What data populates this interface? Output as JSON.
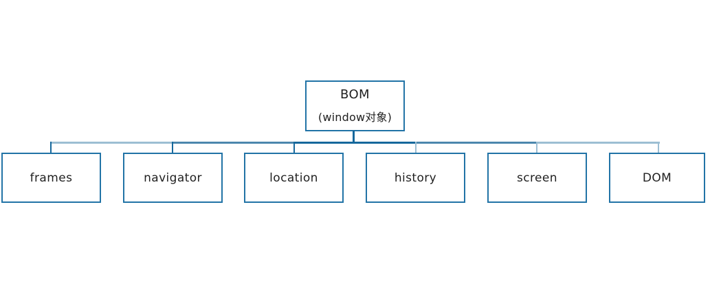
{
  "diagram": {
    "root": {
      "line1": "BOM",
      "line2": "(window对象)"
    },
    "children": [
      {
        "label": "frames"
      },
      {
        "label": "navigator"
      },
      {
        "label": "location"
      },
      {
        "label": "history"
      },
      {
        "label": "screen"
      },
      {
        "label": "DOM"
      }
    ]
  },
  "colors": {
    "connector_dark": "#16689c",
    "connector_medium": "#4c87ad",
    "connector_light": "#9cbed3",
    "box_border": "#2173a6",
    "text": "#1f1f1f",
    "background": "#ffffff"
  }
}
